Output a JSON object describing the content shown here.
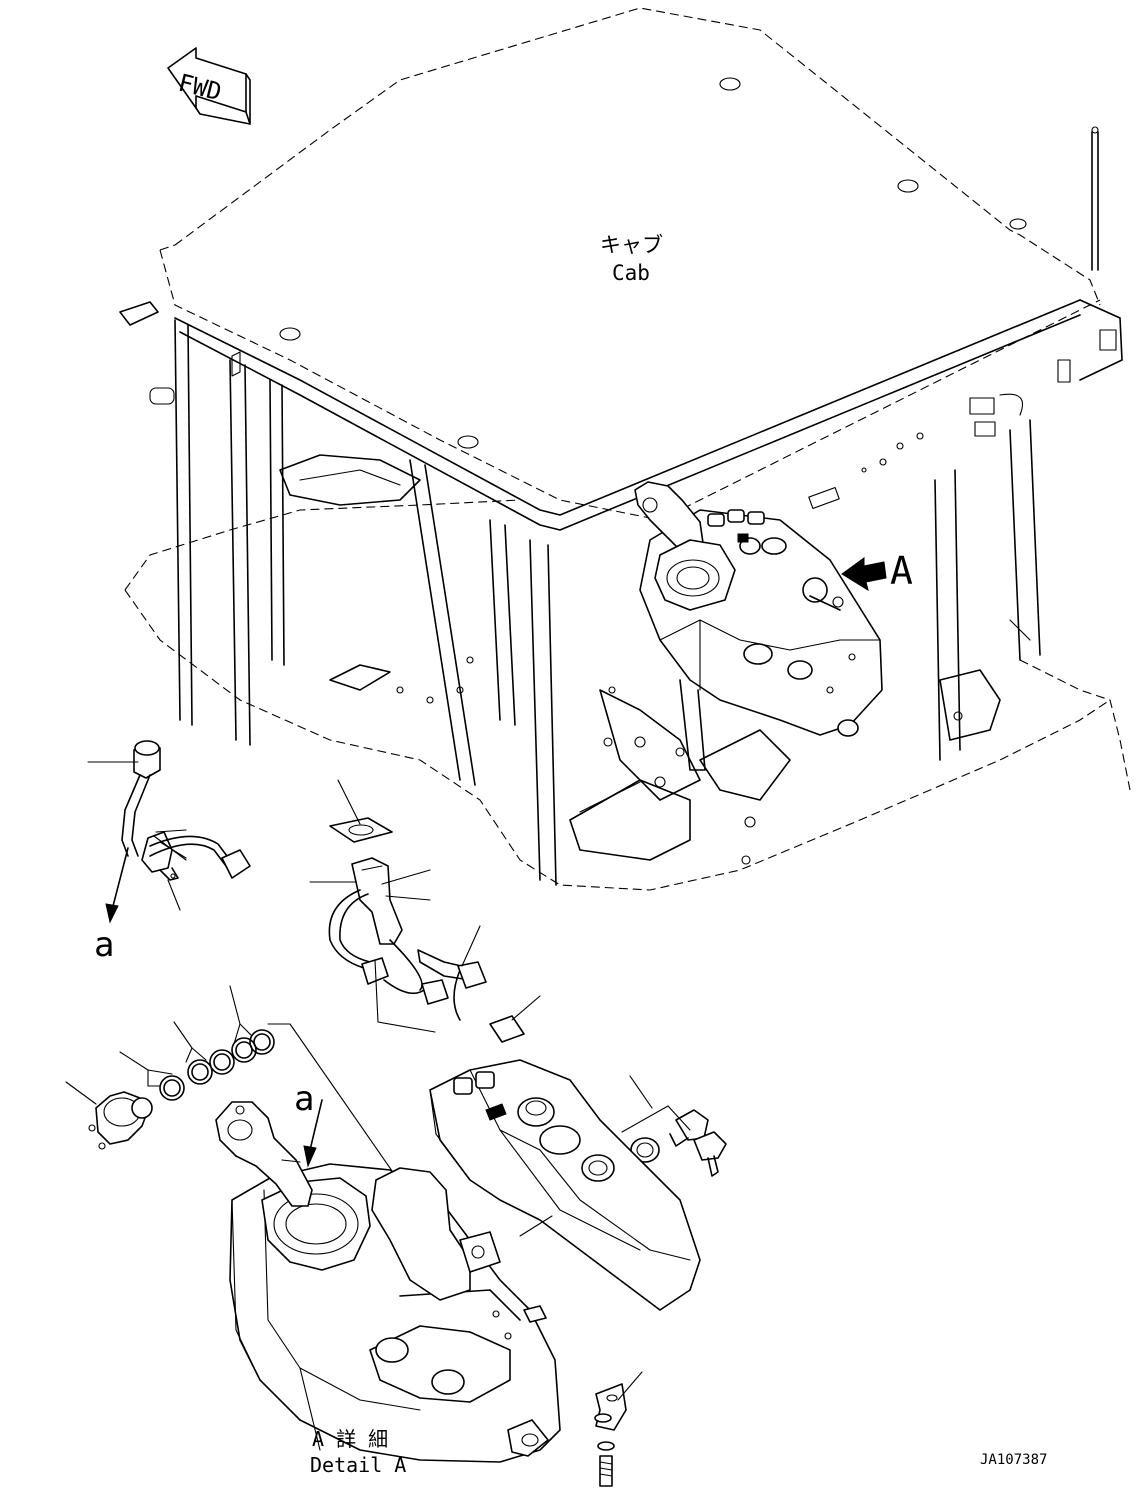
{
  "fwd_label": "FWD",
  "cab_label_jp": "キャブ",
  "cab_label_en": "Cab",
  "view_marker": "A",
  "detail_title_jp": "A 詳 細",
  "detail_title_en": "Detail A",
  "callout_a_harness": "a",
  "callout_a_detail": "a",
  "drawing_number": "JA107387"
}
